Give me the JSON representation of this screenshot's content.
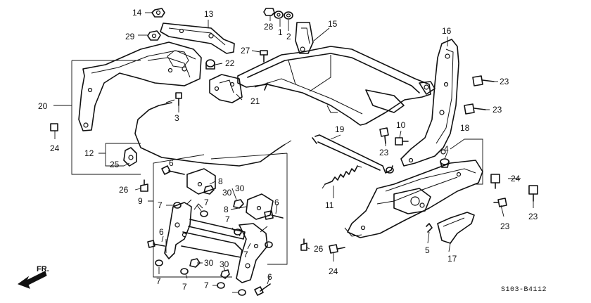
{
  "diagram": {
    "callouts": [
      {
        "id": "c14",
        "text": "14"
      },
      {
        "id": "c13",
        "text": "13"
      },
      {
        "id": "c29",
        "text": "29"
      },
      {
        "id": "c28",
        "text": "28"
      },
      {
        "id": "c1",
        "text": "1"
      },
      {
        "id": "c2",
        "text": "2"
      },
      {
        "id": "c15",
        "text": "15"
      },
      {
        "id": "c16",
        "text": "16"
      },
      {
        "id": "c27",
        "text": "27"
      },
      {
        "id": "c22",
        "text": "22"
      },
      {
        "id": "c20",
        "text": "20"
      },
      {
        "id": "c21",
        "text": "21"
      },
      {
        "id": "c3",
        "text": "3"
      },
      {
        "id": "c23a",
        "text": "23"
      },
      {
        "id": "c23b",
        "text": "23"
      },
      {
        "id": "c24a",
        "text": "24"
      },
      {
        "id": "c19",
        "text": "19"
      },
      {
        "id": "c10",
        "text": "10"
      },
      {
        "id": "c23c",
        "text": "23"
      },
      {
        "id": "c18",
        "text": "18"
      },
      {
        "id": "c12",
        "text": "12"
      },
      {
        "id": "c25",
        "text": "25"
      },
      {
        "id": "c4",
        "text": "4"
      },
      {
        "id": "c6a",
        "text": "6"
      },
      {
        "id": "c8a",
        "text": "8"
      },
      {
        "id": "c30a",
        "text": "30"
      },
      {
        "id": "c26a",
        "text": "26"
      },
      {
        "id": "c24b",
        "text": "24"
      },
      {
        "id": "c30b",
        "text": "30"
      },
      {
        "id": "c9",
        "text": "9"
      },
      {
        "id": "c7a",
        "text": "7"
      },
      {
        "id": "c7b",
        "text": "7"
      },
      {
        "id": "c8b",
        "text": "8"
      },
      {
        "id": "c6b",
        "text": "6"
      },
      {
        "id": "c11",
        "text": "11"
      },
      {
        "id": "c23d",
        "text": "23"
      },
      {
        "id": "c23e",
        "text": "23"
      },
      {
        "id": "c7c",
        "text": "7"
      },
      {
        "id": "c6c",
        "text": "6"
      },
      {
        "id": "c7d",
        "text": "7"
      },
      {
        "id": "c5",
        "text": "5"
      },
      {
        "id": "c26b",
        "text": "26"
      },
      {
        "id": "c24c",
        "text": "24"
      },
      {
        "id": "c7e",
        "text": "7"
      },
      {
        "id": "c30c",
        "text": "30"
      },
      {
        "id": "c17",
        "text": "17"
      },
      {
        "id": "c7f",
        "text": "7"
      },
      {
        "id": "c30d",
        "text": "30"
      },
      {
        "id": "c7g",
        "text": "7"
      },
      {
        "id": "c7h",
        "text": "7"
      },
      {
        "id": "c6d",
        "text": "6"
      }
    ],
    "front_label": "FR.",
    "drawing_code": "S103-B4112"
  }
}
